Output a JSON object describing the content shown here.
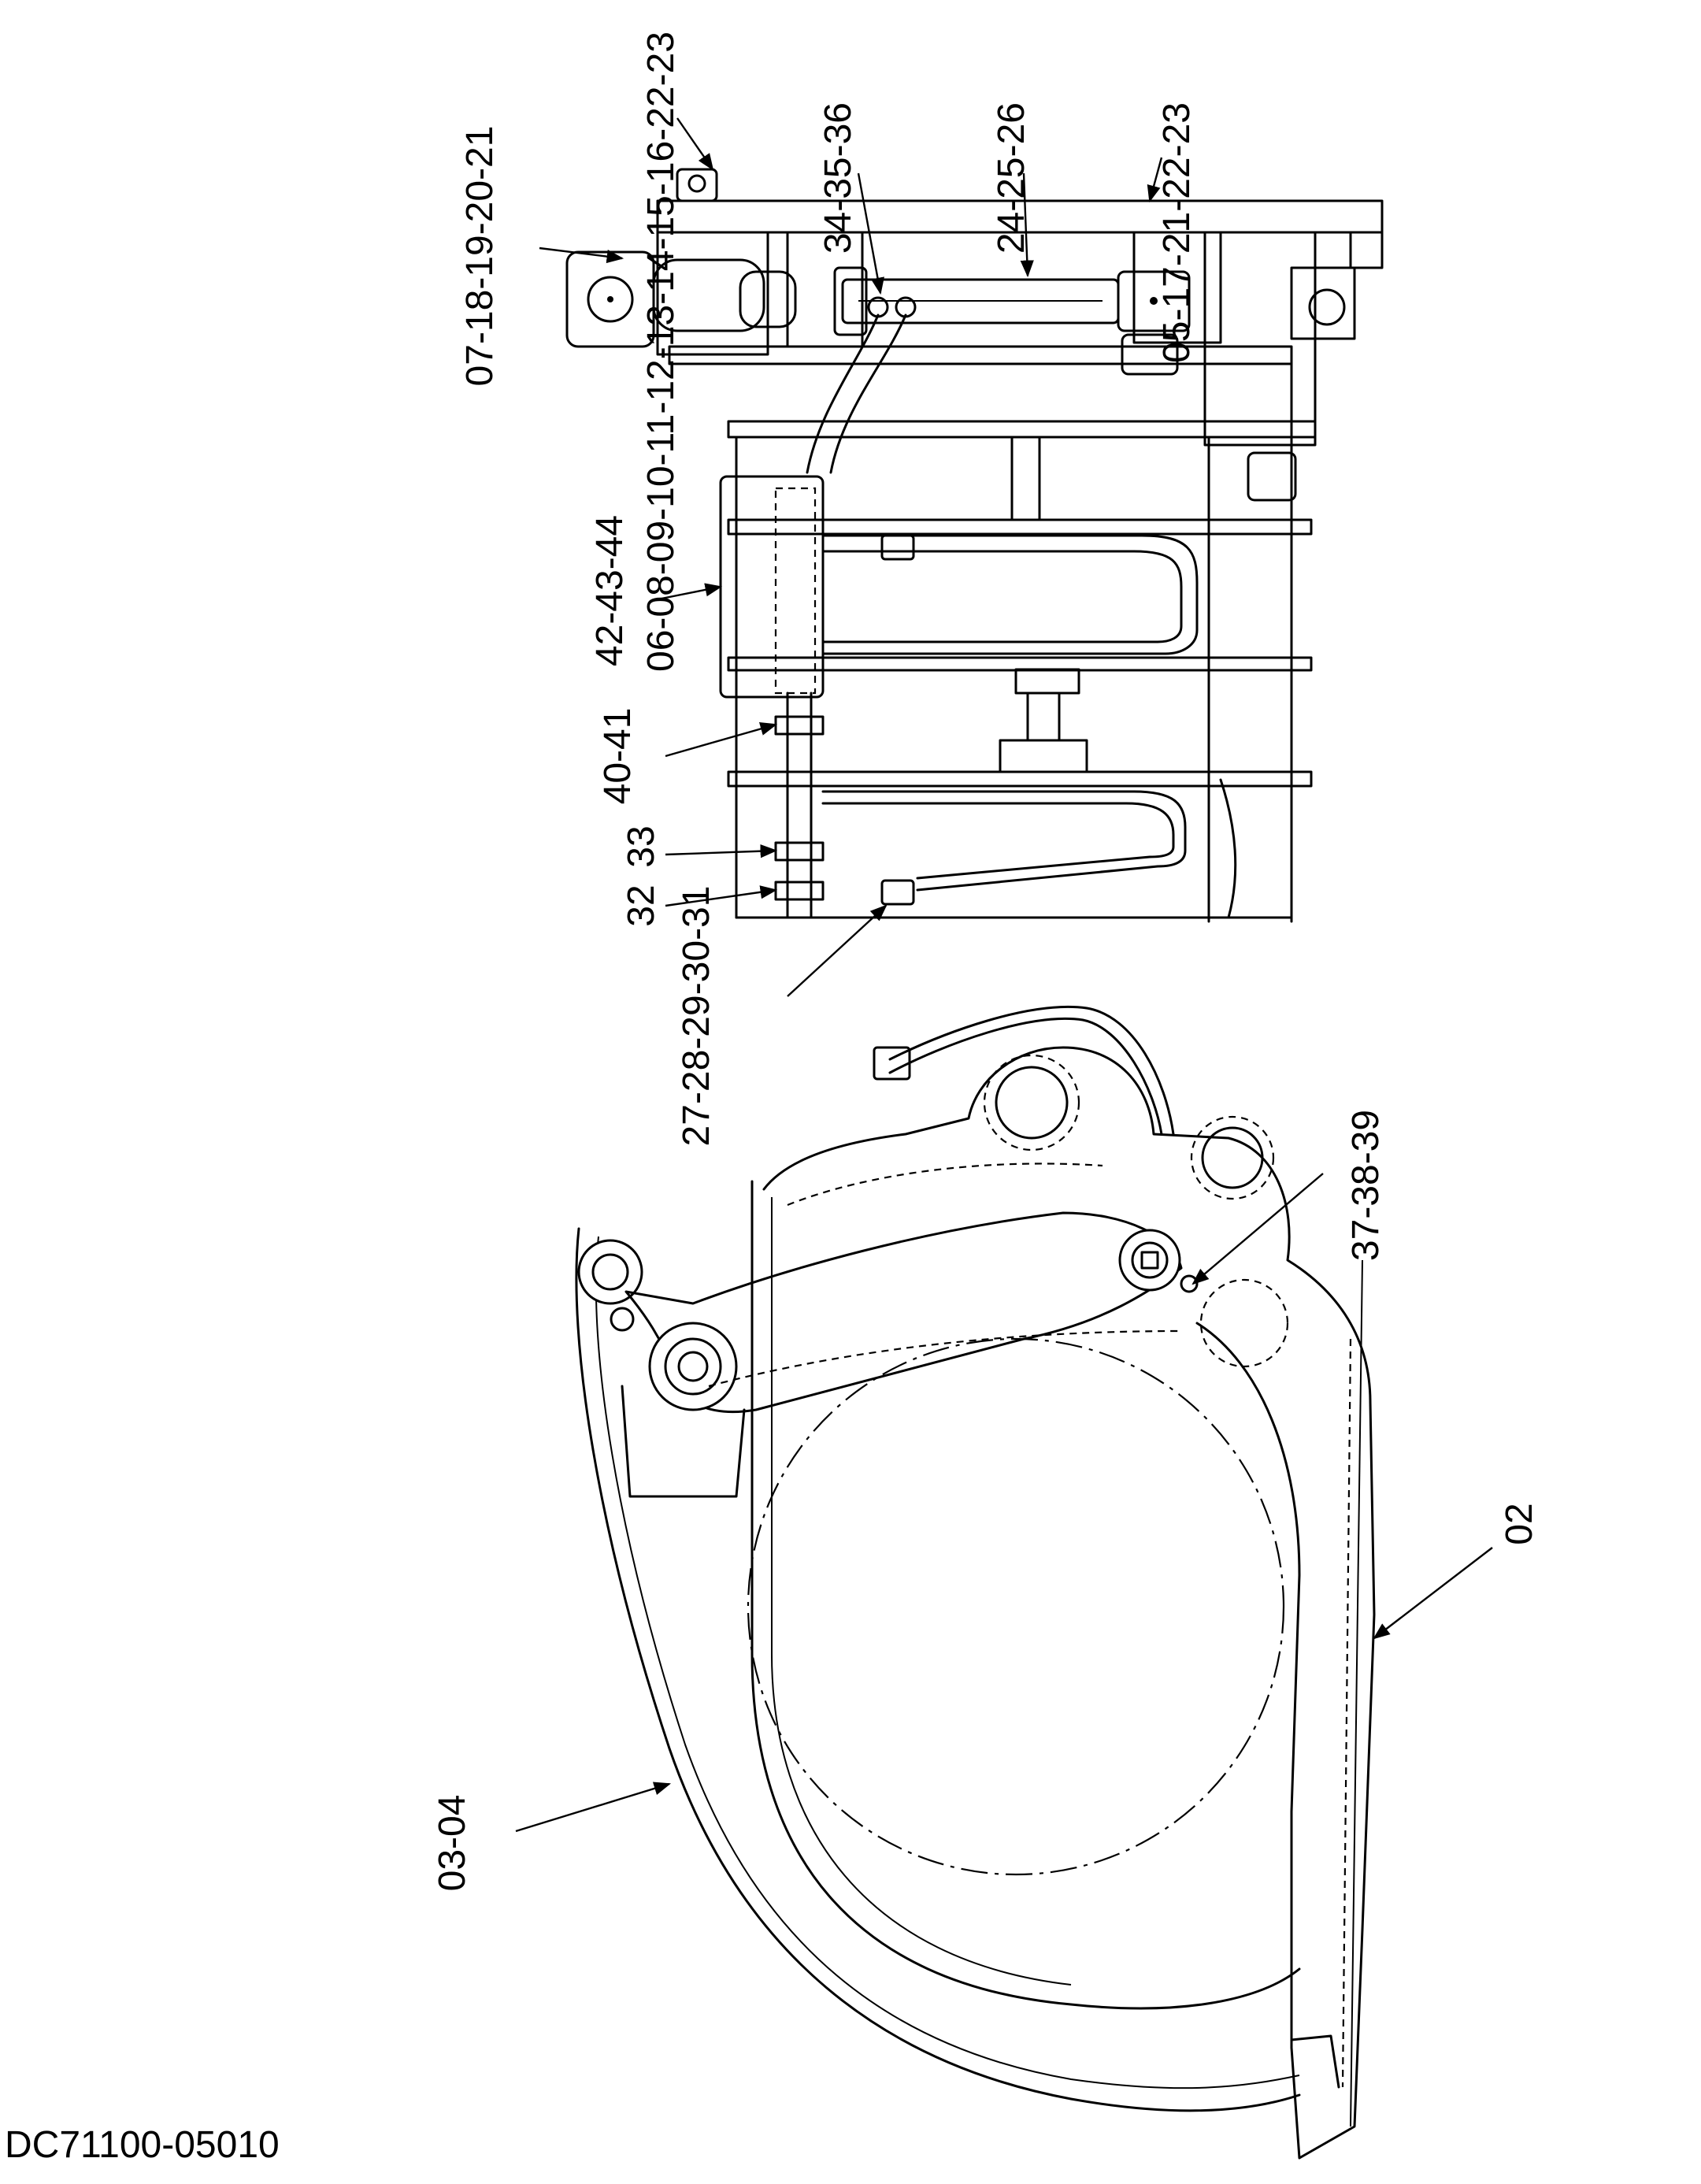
{
  "document_code": "DC71100-05010",
  "callouts": {
    "top_right_a": "06-08-09-10-11-12-13-14-15-16-22-23",
    "top_right_b": "05-17-21-22-23",
    "cylinder_top": "34-35-36",
    "cylinder_body": "24-25-26",
    "pin_left": "07-18-19-20-21",
    "block": "42-43-44",
    "clamp_upper": "40-41",
    "clamp_lower": "33",
    "clamp_bottom": "32",
    "hose_end": "27-28-29-30-31",
    "bolt": "37-38-39",
    "bucket_outer": "02",
    "tine": "03-04"
  }
}
